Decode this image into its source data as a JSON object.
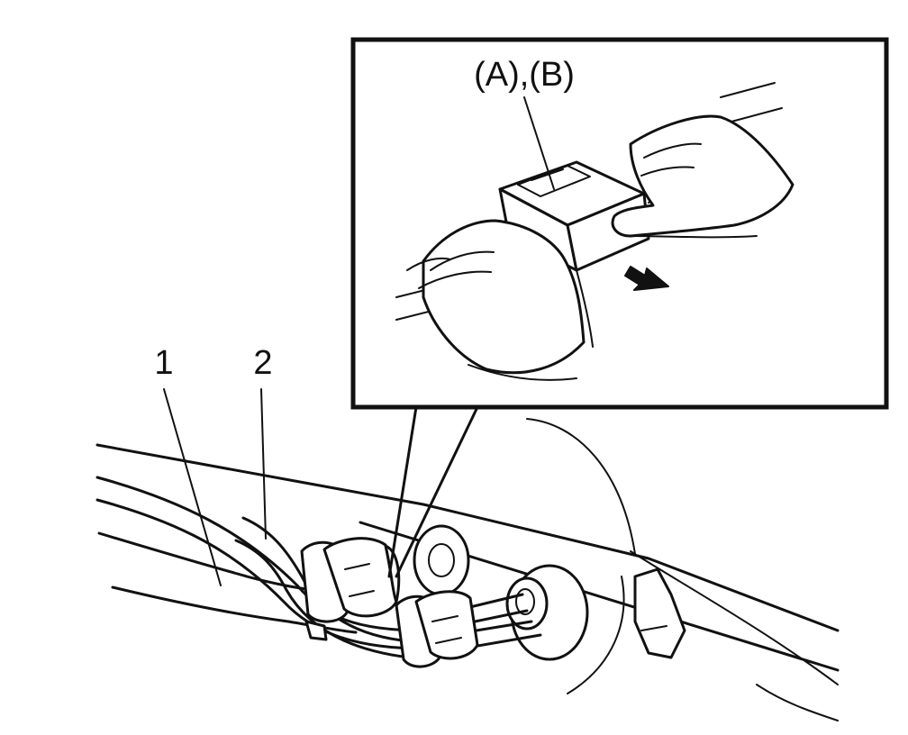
{
  "callouts": {
    "part_1": "1",
    "part_2": "2",
    "detail": "(A),(B)"
  },
  "colors": {
    "ink": "#111111",
    "background": "#ffffff"
  }
}
